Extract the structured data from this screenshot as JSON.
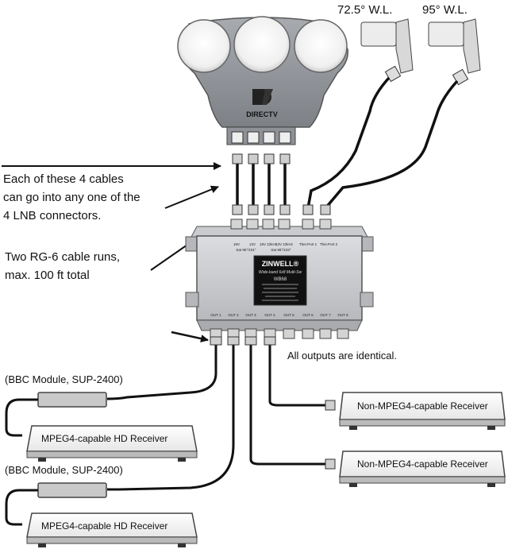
{
  "dish_labels": {
    "wl725": "72.5° W.L.",
    "wl95": "95° W.L."
  },
  "dish_brand": "DIRECTV",
  "callouts": {
    "cables_line1": "Each of these 4 cables",
    "cables_line2": "can go into any one of the",
    "cables_line3": "4 LNB connectors.",
    "rg6_line1": "Two RG-6 cable runs,",
    "rg6_line2": "max. 100 ft total",
    "outputs_identical": "All outputs are identical."
  },
  "multiswitch": {
    "brand": "ZINWELL®",
    "subtitle": "Wide-band 6x8 Multi-Sw",
    "model": "WB68",
    "inputs": [
      "18V",
      "13V",
      "18V 22kHz",
      "13V 22kHz",
      "Ther.Port 1",
      "Ther.Port 2"
    ],
    "input_row2": [
      "Sat 95°/101°",
      "Sat 99°/103°"
    ],
    "outputs": [
      "OUT 1",
      "OUT 2",
      "OUT 3",
      "OUT 4",
      "OUT 5",
      "OUT 6",
      "OUT 7",
      "OUT 8"
    ]
  },
  "modules": {
    "top": "(BBC Module, SUP-2400)",
    "bottom": "(BBC Module, SUP-2400)"
  },
  "receivers": {
    "hd_top": "MPEG4-capable HD Receiver",
    "hd_bottom": "MPEG4-capable HD Receiver",
    "non1": "Non-MPEG4-capable Receiver",
    "non2": "Non-MPEG4-capable Receiver"
  }
}
